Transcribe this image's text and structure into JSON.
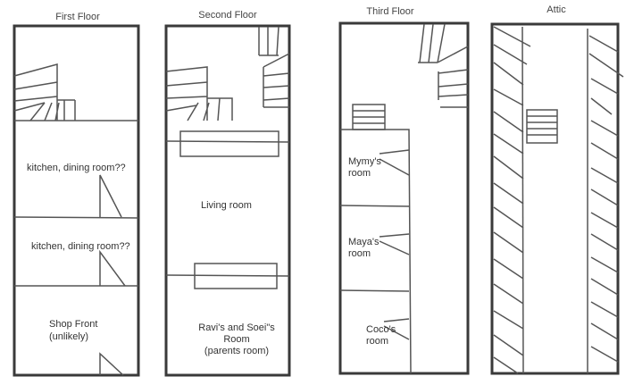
{
  "floors": [
    {
      "title": "First Floor",
      "rooms": [
        "kitchen, dining room??",
        "kitchen, dining room??",
        "Shop Front",
        "(unlikely)"
      ]
    },
    {
      "title": "Second Floor",
      "rooms": [
        "Living room",
        "Ravi's and Soei\"s",
        "Room",
        "(parents room)"
      ]
    },
    {
      "title": "Third Floor",
      "rooms": [
        "Mymy's",
        "room",
        "Maya's",
        "room",
        "Coco's",
        "room"
      ]
    },
    {
      "title": "Attic"
    }
  ]
}
